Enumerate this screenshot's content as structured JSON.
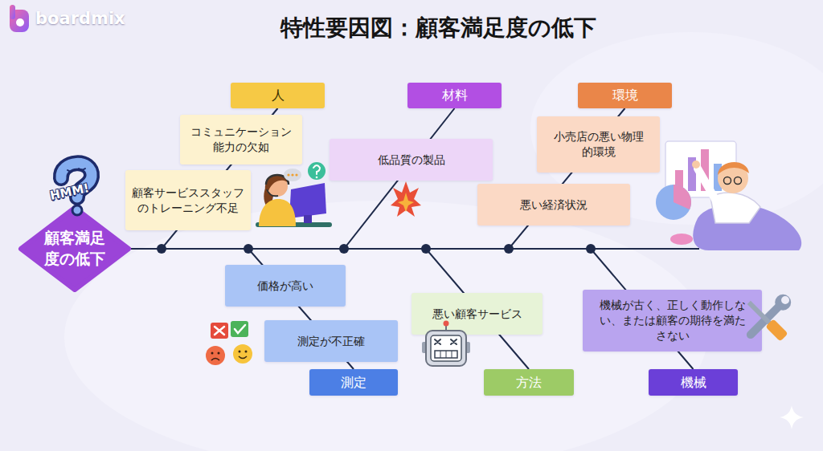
{
  "diagram": {
    "title": "特性要因図：顧客満足度の低下",
    "nodes": [
      {
        "text": [
          "人"
        ]
      },
      {
        "text": [
          "コミュニケーション 能力の欠如"
        ]
      },
      {
        "text": [
          "顧客サービススタッフ のトレーニング不足"
        ]
      },
      {
        "text": [
          "材料"
        ]
      },
      {
        "text": [
          "低品質の製品"
        ]
      },
      {
        "text": [
          "環境"
        ]
      },
      {
        "text": [
          "小売店の悪い物理 的環境"
        ]
      },
      {
        "text": [
          "悪い経済状況"
        ]
      },
      {
        "text": [
          "顧客満足 度の低下"
        ]
      },
      {
        "text": [
          "価格が高い"
        ]
      },
      {
        "text": [
          "測定が不正確"
        ]
      },
      {
        "text": [
          "測定"
        ]
      },
      {
        "text": [
          "悪い顧客サービス"
        ]
      },
      {
        "text": [
          "方法"
        ]
      },
      {
        "text": [
          "機械が古く、正しく動作しな い、または顧客の期待を満た さない"
        ]
      },
      {
        "text": [
          "機械"
        ]
      }
    ],
    "edges": [
      {
        "from": 0,
        "to": 8,
        "arrow": "none"
      },
      {
        "from": 3,
        "to": 8,
        "arrow": "none"
      },
      {
        "from": 5,
        "to": 8,
        "arrow": "none"
      },
      {
        "from": 11,
        "to": 8,
        "arrow": "none"
      },
      {
        "from": 13,
        "to": 8,
        "arrow": "none"
      },
      {
        "from": 15,
        "to": 8,
        "arrow": "none"
      }
    ],
    "labels": [
      "boardmix",
      "HMM!"
    ]
  }
}
